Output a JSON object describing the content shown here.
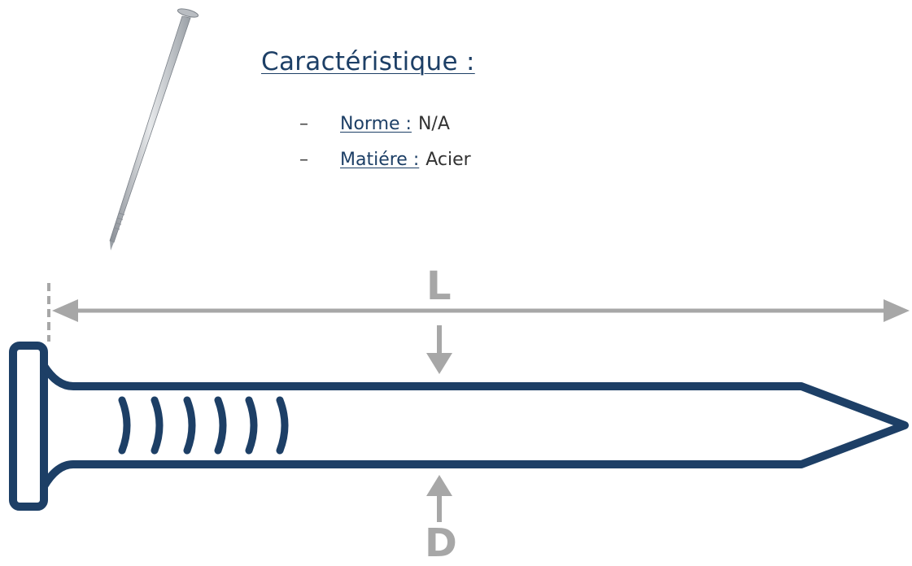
{
  "title": "Caractéristique :",
  "specs": [
    {
      "label": "Norme :",
      "value": "N/A"
    },
    {
      "label": "Matiére :",
      "value": "Acier"
    }
  ],
  "dimensions": {
    "length_label": "L",
    "diameter_label": "D"
  },
  "colors": {
    "nail_outline": "#1d3f66",
    "dimension_gray": "#a7a7a7",
    "title": "#1d3f66"
  },
  "icons": {
    "photo": "nail-photo-icon",
    "drawing": "nail-drawing-icon"
  }
}
